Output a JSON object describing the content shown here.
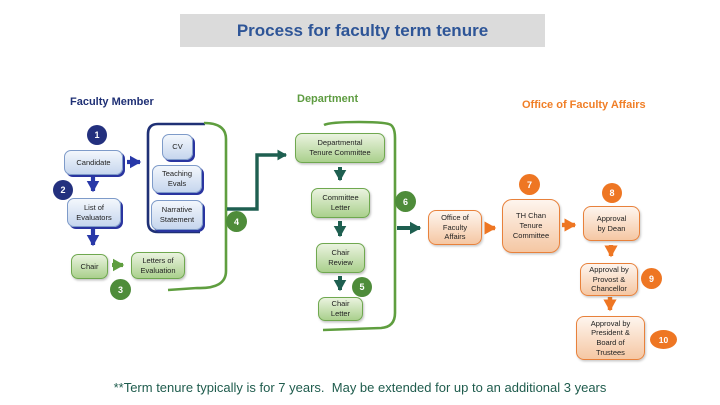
{
  "title": "Process for faculty term tenure",
  "footnote": "**Term tenure typically is for 7 years.  May be extended for up to an additional 3 years",
  "sections": {
    "faculty": {
      "heading": "Faculty Member",
      "color": "#1F3075"
    },
    "department": {
      "heading": "Department",
      "color": "#5E9C41"
    },
    "office": {
      "heading": "Office of Faculty Affairs",
      "color": "#F07E26"
    }
  },
  "nodes": {
    "candidate": "Candidate",
    "list_evaluators": "List of\nEvaluators",
    "cv": "CV",
    "teaching_evals": "Teaching\nEvals",
    "narrative_statement": "Narrative\nStatement",
    "chair": "Chair",
    "letters_evaluation": "Letters of\nEvaluation",
    "dept_tenure_committee": "Departmental\nTenure Committee",
    "committee_letter": "Committee\nLetter",
    "chair_review": "Chair\nReview",
    "chair_letter": "Chair\nLetter",
    "office_faculty_affairs": "Office of\nFaculty\nAffairs",
    "th_chan": "TH Chan\nTenure\nCommittee",
    "approval_dean": "Approval\nby Dean",
    "approval_provost": "Approval by\nProvost &\nChancellor",
    "approval_president": "Approval by\nPresident &\nBoard of\nTrustees"
  },
  "steps": {
    "s1": "1",
    "s2": "2",
    "s3": "3",
    "s4": "4",
    "s5": "5",
    "s6": "6",
    "s7": "7",
    "s8": "8",
    "s9": "9",
    "s10": "10"
  },
  "colors": {
    "navy": "#1F3075",
    "blue_arrow": "#2838A8",
    "green": "#5E9C41",
    "green_circle": "#4E8C3A",
    "teal_arrow": "#1E5F50",
    "orange": "#EE7623",
    "title_blue": "#2E5597",
    "banner_gray": "#DBDBDB",
    "footnote_teal": "#1F5C4D"
  }
}
